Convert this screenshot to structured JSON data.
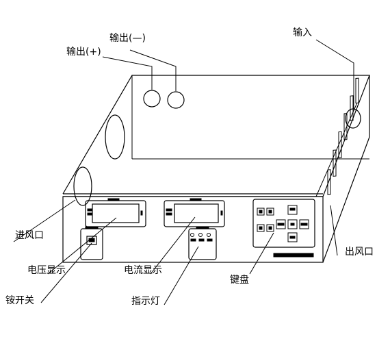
{
  "labels": {
    "output_negative": "输出(—)",
    "output_positive": "输出(+)",
    "input": "输入",
    "air_inlet": "进风口",
    "air_outlet": "出风口",
    "voltage_display": "电压显示",
    "current_display": "电流显示",
    "keyboard": "键盘",
    "switch": "铵开关",
    "indicator_light": "指示灯"
  }
}
